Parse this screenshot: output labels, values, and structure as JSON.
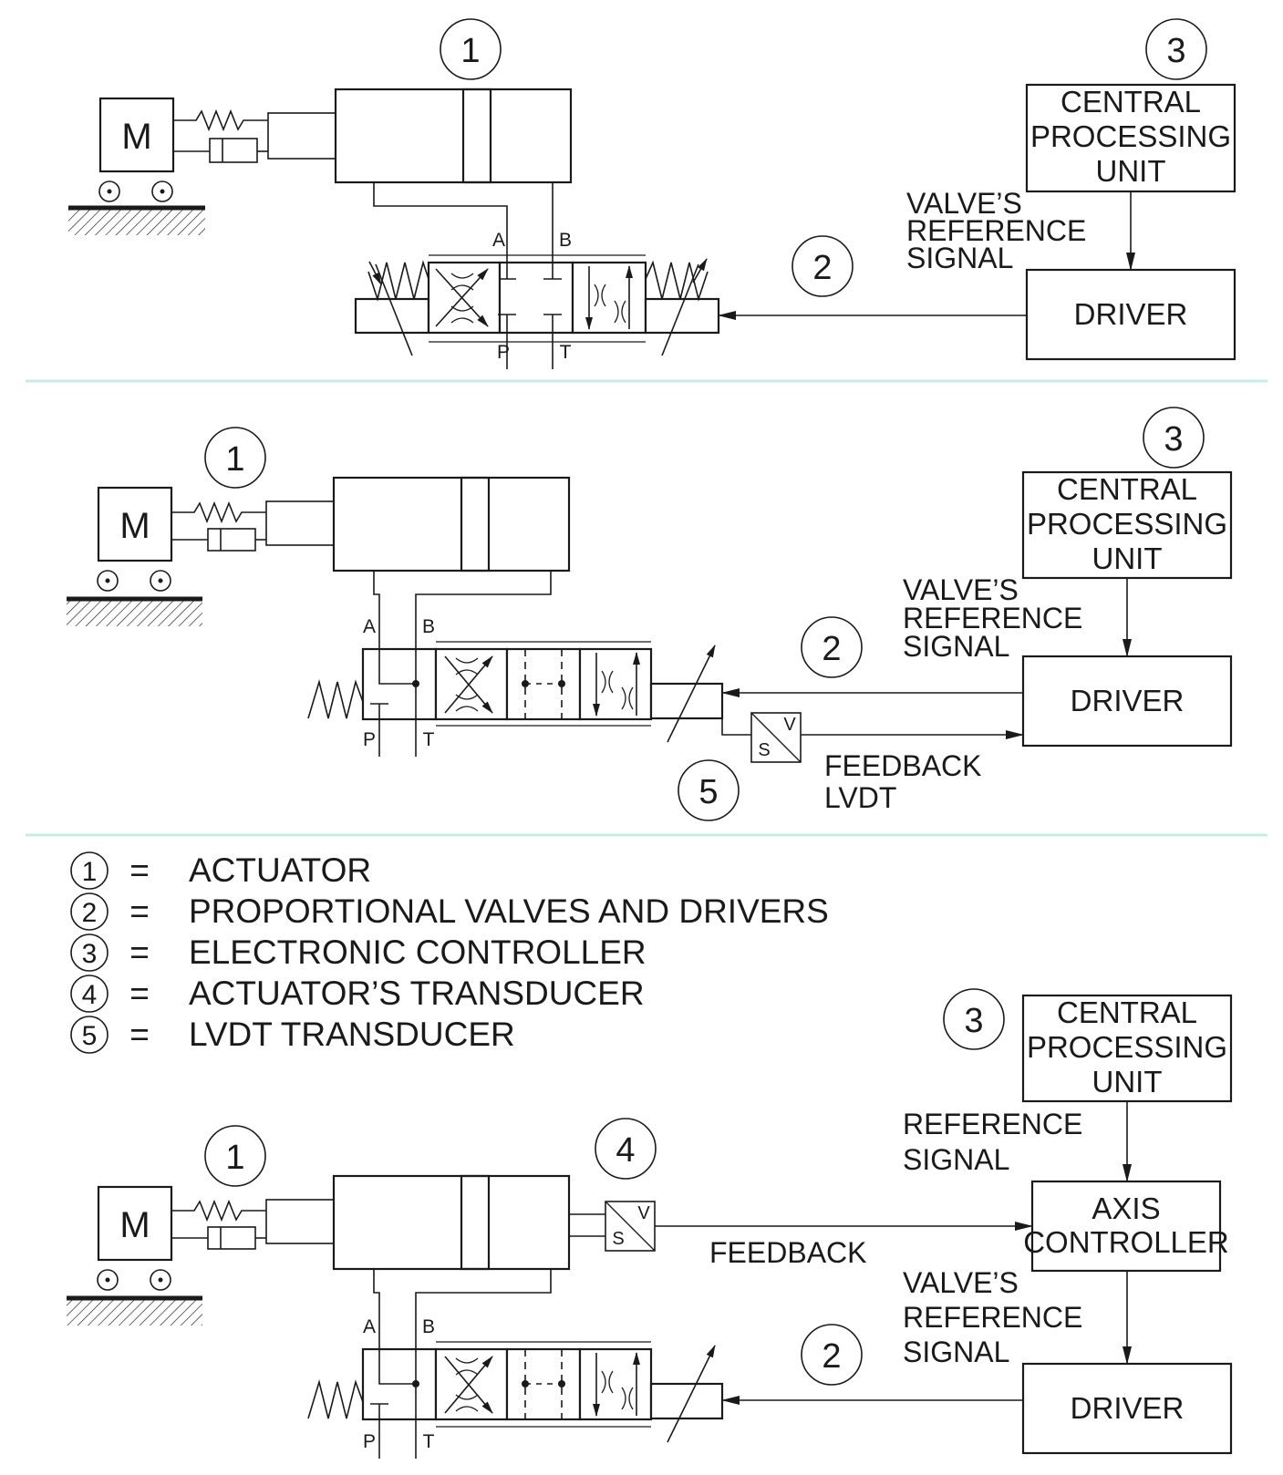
{
  "colors": {
    "line": "#1a1a1a",
    "divider": "#c6eee6",
    "background": "#ffffff"
  },
  "labels": {
    "cpu": [
      "CENTRAL",
      "PROCESSING",
      "UNIT"
    ],
    "driver": "DRIVER",
    "axis_controller": [
      "AXIS",
      "CONTROLLER"
    ],
    "valves_reference_signal": [
      "VALVE’S",
      "REFERENCE",
      "SIGNAL"
    ],
    "reference_signal": [
      "REFERENCE",
      "SIGNAL"
    ],
    "feedback": "FEEDBACK",
    "feedback_lvdt": [
      "FEEDBACK",
      "LVDT"
    ],
    "motor": "M",
    "transducer_s": "S",
    "transducer_v": "V",
    "ports": {
      "a": "A",
      "b": "B",
      "p": "P",
      "t": "T"
    },
    "numbers": {
      "n1": "1",
      "n2": "2",
      "n3": "3",
      "n4": "4",
      "n5": "5"
    }
  },
  "legend": [
    {
      "num": "1",
      "eq": "=",
      "text": "ACTUATOR"
    },
    {
      "num": "2",
      "eq": "=",
      "text": "PROPORTIONAL VALVES AND DRIVERS"
    },
    {
      "num": "3",
      "eq": "=",
      "text": "ELECTRONIC CONTROLLER"
    },
    {
      "num": "4",
      "eq": "=",
      "text": "ACTUATOR’S TRANSDUCER"
    },
    {
      "num": "5",
      "eq": "=",
      "text": "LVDT TRANSDUCER"
    }
  ]
}
